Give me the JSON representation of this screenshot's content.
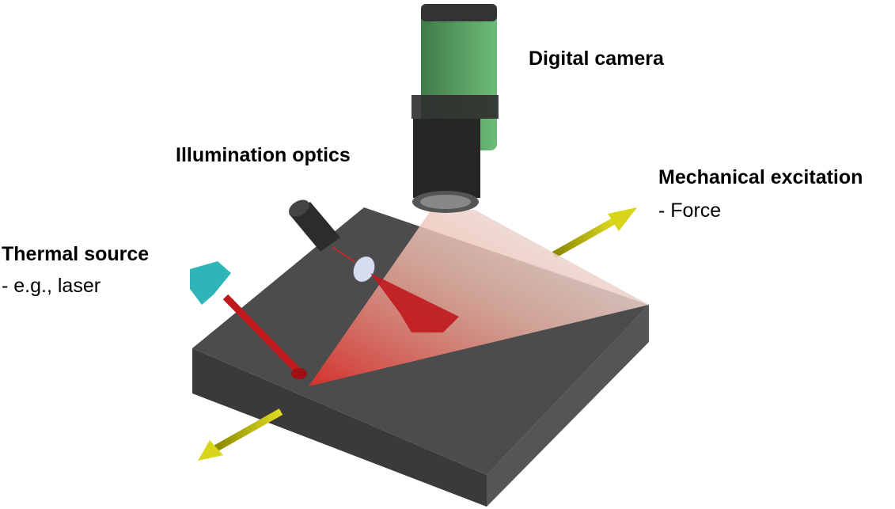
{
  "labels": {
    "camera": "Digital camera",
    "illumination": "Illumination optics",
    "mechanical_title": "Mechanical excitation",
    "mechanical_sub": "- Force",
    "thermal_title": "Thermal source",
    "thermal_sub": "- e.g., laser"
  },
  "colors": {
    "specimen": "#4a4a4a",
    "camera_body": "#5fa86a",
    "laser": "#c0191d",
    "arrow": "#c8c000",
    "source": "#2fb5b8"
  }
}
